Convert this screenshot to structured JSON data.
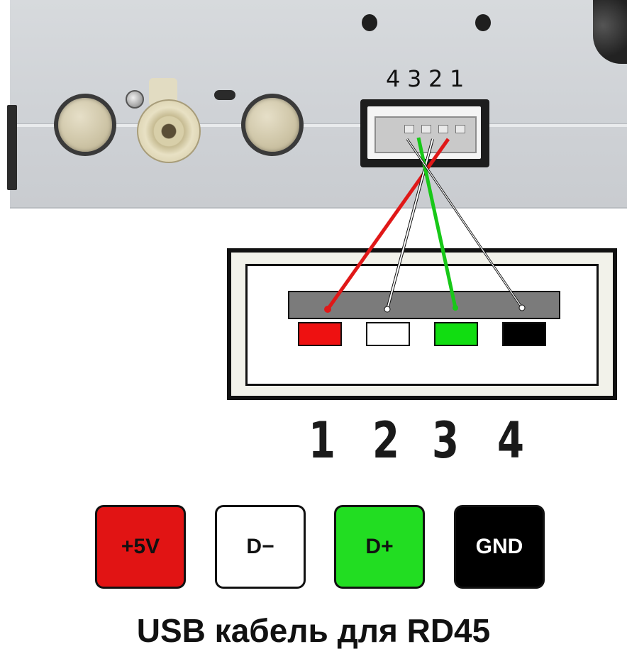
{
  "connector_pin_numbers": [
    "4",
    "3",
    "2",
    "1"
  ],
  "usb_pin_numbers": [
    "1",
    "2",
    "3",
    "4"
  ],
  "legend": [
    {
      "label": "+5V",
      "color": "#e11414",
      "text_color": "#111111"
    },
    {
      "label": "D−",
      "color": "#ffffff",
      "text_color": "#111111"
    },
    {
      "label": "D+",
      "color": "#22dd22",
      "text_color": "#111111"
    },
    {
      "label": "GND",
      "color": "#000000",
      "text_color": "#ffffff"
    }
  ],
  "usb_contacts": [
    {
      "color": "#ee1111"
    },
    {
      "color": "#ffffff"
    },
    {
      "color": "#11dd11"
    },
    {
      "color": "#000000"
    }
  ],
  "wires": [
    {
      "name": "red-wire",
      "color": "#e01818"
    },
    {
      "name": "white-wire-a",
      "color": "#ffffff"
    },
    {
      "name": "green-wire",
      "color": "#18c818"
    },
    {
      "name": "white-wire-b",
      "color": "#ffffff"
    }
  ],
  "caption": "USB кабель для RD45"
}
